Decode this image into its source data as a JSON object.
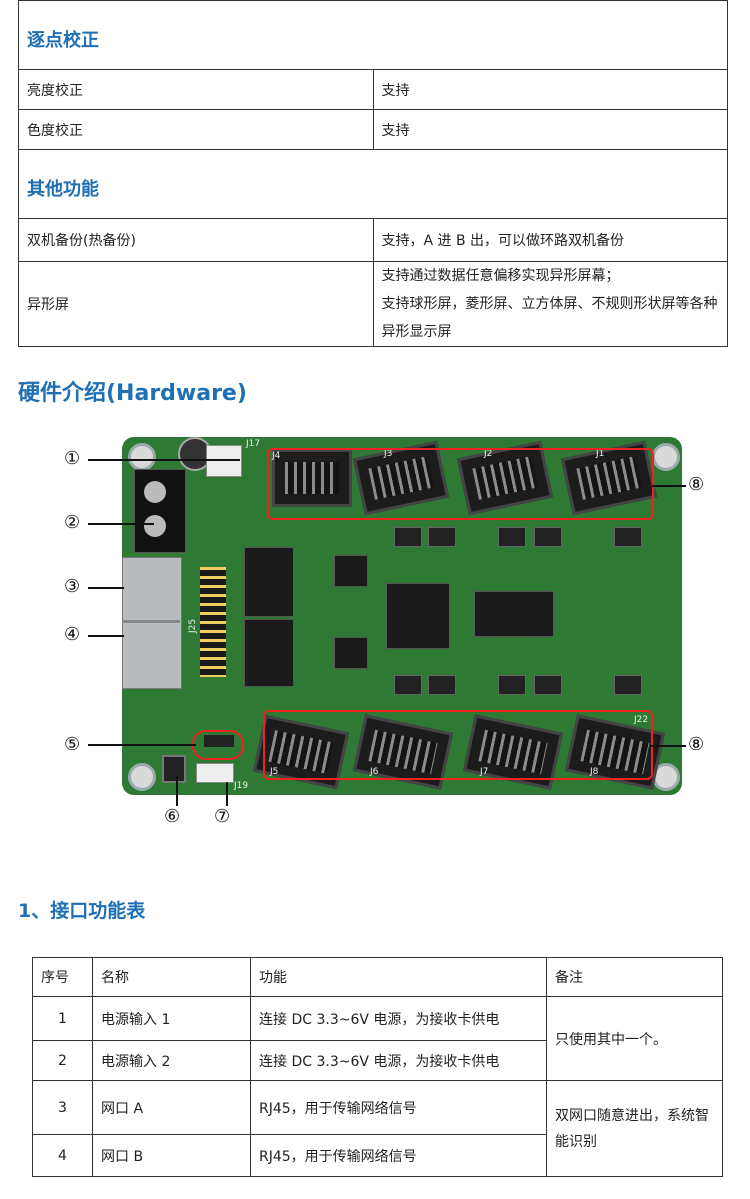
{
  "spec_table": {
    "section1": "逐点校正",
    "rows1": [
      {
        "label": "亮度校正",
        "value": "支持"
      },
      {
        "label": "色度校正",
        "value": "支持"
      }
    ],
    "section2": "其他功能",
    "rows2": [
      {
        "label": "双机备份(热备份)",
        "value": "支持，A 进 B 出，可以做环路双机备份"
      }
    ],
    "shaped": {
      "label": "异形屏",
      "line1": "支持通过数据任意偏移实现异形屏幕；",
      "line2": "支持球形屏，菱形屏、立方体屏、不规则形状屏等各种异形显示屏"
    }
  },
  "hardware": {
    "title": "硬件介绍(Hardware)",
    "callouts": [
      "①",
      "②",
      "③",
      "④",
      "⑤",
      "⑥",
      "⑦",
      "⑧",
      "⑧"
    ],
    "connector_labels": [
      "J4",
      "J3",
      "J2",
      "J1",
      "J5",
      "J6",
      "J7",
      "J8",
      "J17",
      "J19",
      "J25",
      "J22"
    ],
    "colors": {
      "board": "#2e7a35",
      "highlight": "#e22222",
      "heading": "#1f6fb5"
    }
  },
  "interface": {
    "title": "1、接口功能表",
    "headers": [
      "序号",
      "名称",
      "功能",
      "备注"
    ],
    "rows": [
      {
        "no": "1",
        "name": "电源输入 1",
        "func": "连接 DC 3.3~6V 电源，为接收卡供电"
      },
      {
        "no": "2",
        "name": "电源输入 2",
        "func": "连接 DC 3.3~6V 电源，为接收卡供电"
      },
      {
        "no": "3",
        "name": "网口 A",
        "func": "RJ45，用于传输网络信号"
      },
      {
        "no": "4",
        "name": "网口 B",
        "func": "RJ45，用于传输网络信号"
      }
    ],
    "note_power": "只使用其中一个。",
    "note_net": "双网口随意进出，系统智能识别"
  }
}
